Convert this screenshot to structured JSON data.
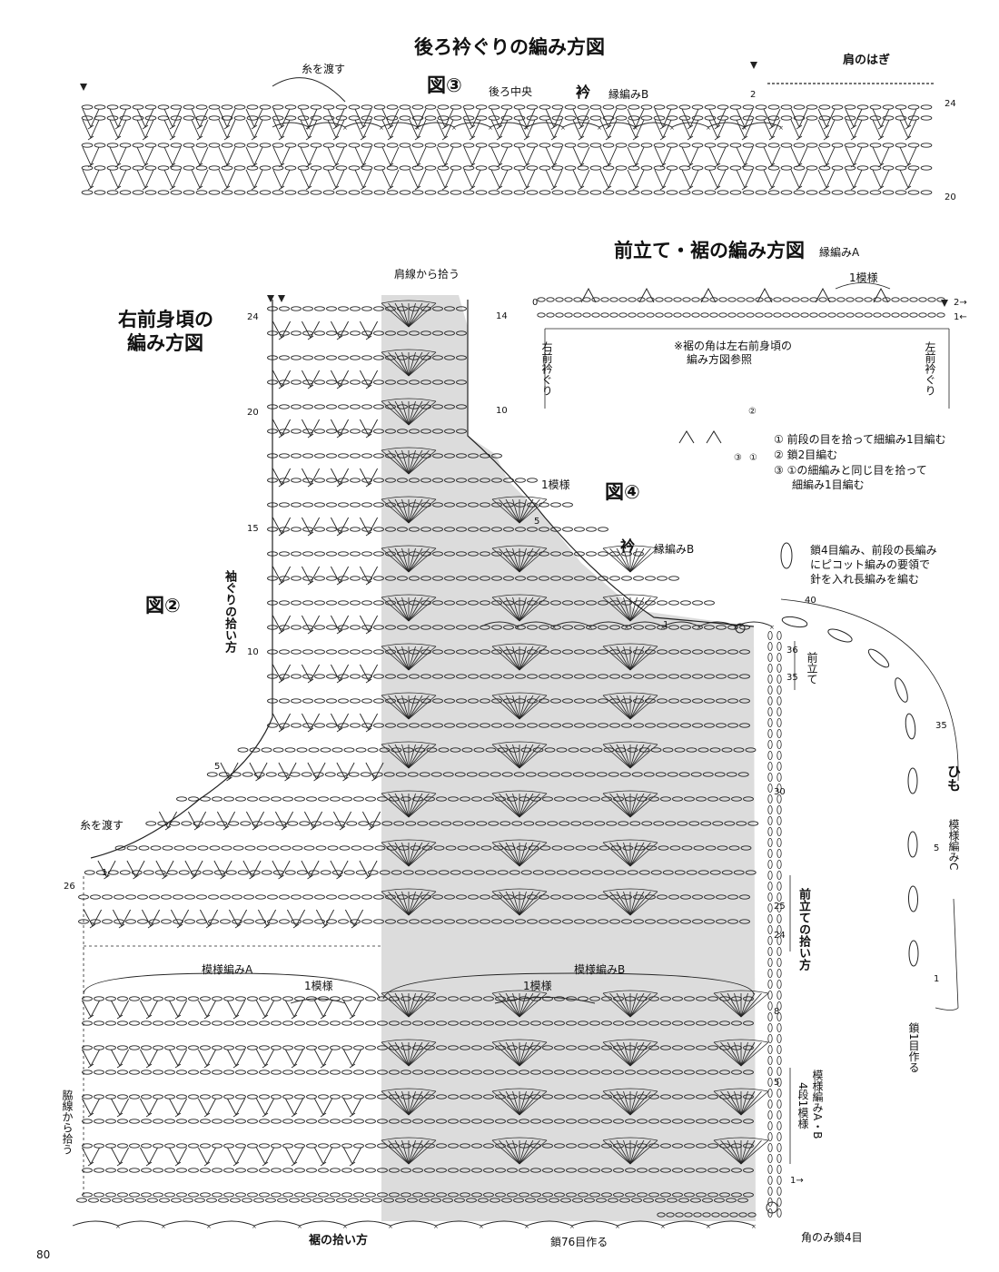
{
  "back_neckline": {
    "title": "後ろ衿ぐりの編み方図",
    "figure": "図③",
    "label_cross_yarn": "糸を渡す",
    "label_back_center": "後ろ中央",
    "label_collar": "衿",
    "label_edging_b": "縁編みB",
    "label_shoulder_join": "肩のはぎ",
    "row_24": "24",
    "row_20": "20",
    "mark_2": "2"
  },
  "front_band": {
    "title": "前立て・裾の編み方図",
    "edging_a": "縁編みA",
    "one_repeat": "1模様",
    "note_line1": "※裾の角は左右前身頃の",
    "note_line2": "編み方図参照",
    "right_neck": "右前衿ぐり",
    "left_neck": "左前衿ぐり",
    "row2": "2→",
    "row1": "1←",
    "start0": "0"
  },
  "legend": {
    "circ2": "②",
    "circ3": "③",
    "circ1": "①",
    "step1": "① 前段の目を拾って細編み1目編む",
    "step2": "② 鎖2目編む",
    "step3a": "③ ①の細編みと同じ目を拾って",
    "step3b": "細編み1目編む",
    "picot_line1": "鎖4目編み、前段の長編み",
    "picot_line2": "にピコット編みの要領で",
    "picot_line3": "針を入れ長編みを編む"
  },
  "right_front": {
    "title_line1": "右前身頃の",
    "title_line2": "編み方図",
    "figure2": "図②",
    "figure4": "図④",
    "pick_shoulder": "肩線から拾う",
    "armhole_pickup": "袖ぐりの拾い方",
    "cross_yarn": "糸を渡す",
    "one_repeat": "1模様",
    "collar": "衿",
    "edging_b": "縁編みB",
    "pattern_a": "模様編みA",
    "pattern_b": "模様編みB",
    "one_repeat_a": "1模様",
    "one_repeat_b": "1模様",
    "side_pickup": "脇線から拾う",
    "hem_pickup": "裾の拾い方",
    "chain_76": "鎖76目作る",
    "corner_chain": "角のみ鎖4目",
    "front_band": "前立て",
    "front_band_pickup": "前立ての拾い方",
    "pattern_ab": "模様編みA・B",
    "four_rows": "4段1模様",
    "tie": "ひも",
    "pattern_c": "模様編みC",
    "chain_one": "鎖1目作る",
    "rows": {
      "r24": "24",
      "r20": "20",
      "r15": "15",
      "r10": "10",
      "r5": "5",
      "r26": "26",
      "r1": "1",
      "s14": "14",
      "s10": "10",
      "s5": "5",
      "n1": "1",
      "f36": "36",
      "f35": "35",
      "f30": "30",
      "f25": "25",
      "f24": "24",
      "f8": "8",
      "f5": "5",
      "f1": "1→",
      "t40": "40",
      "t35": "35",
      "t5": "5",
      "t1": "1"
    }
  },
  "page_number": "80"
}
